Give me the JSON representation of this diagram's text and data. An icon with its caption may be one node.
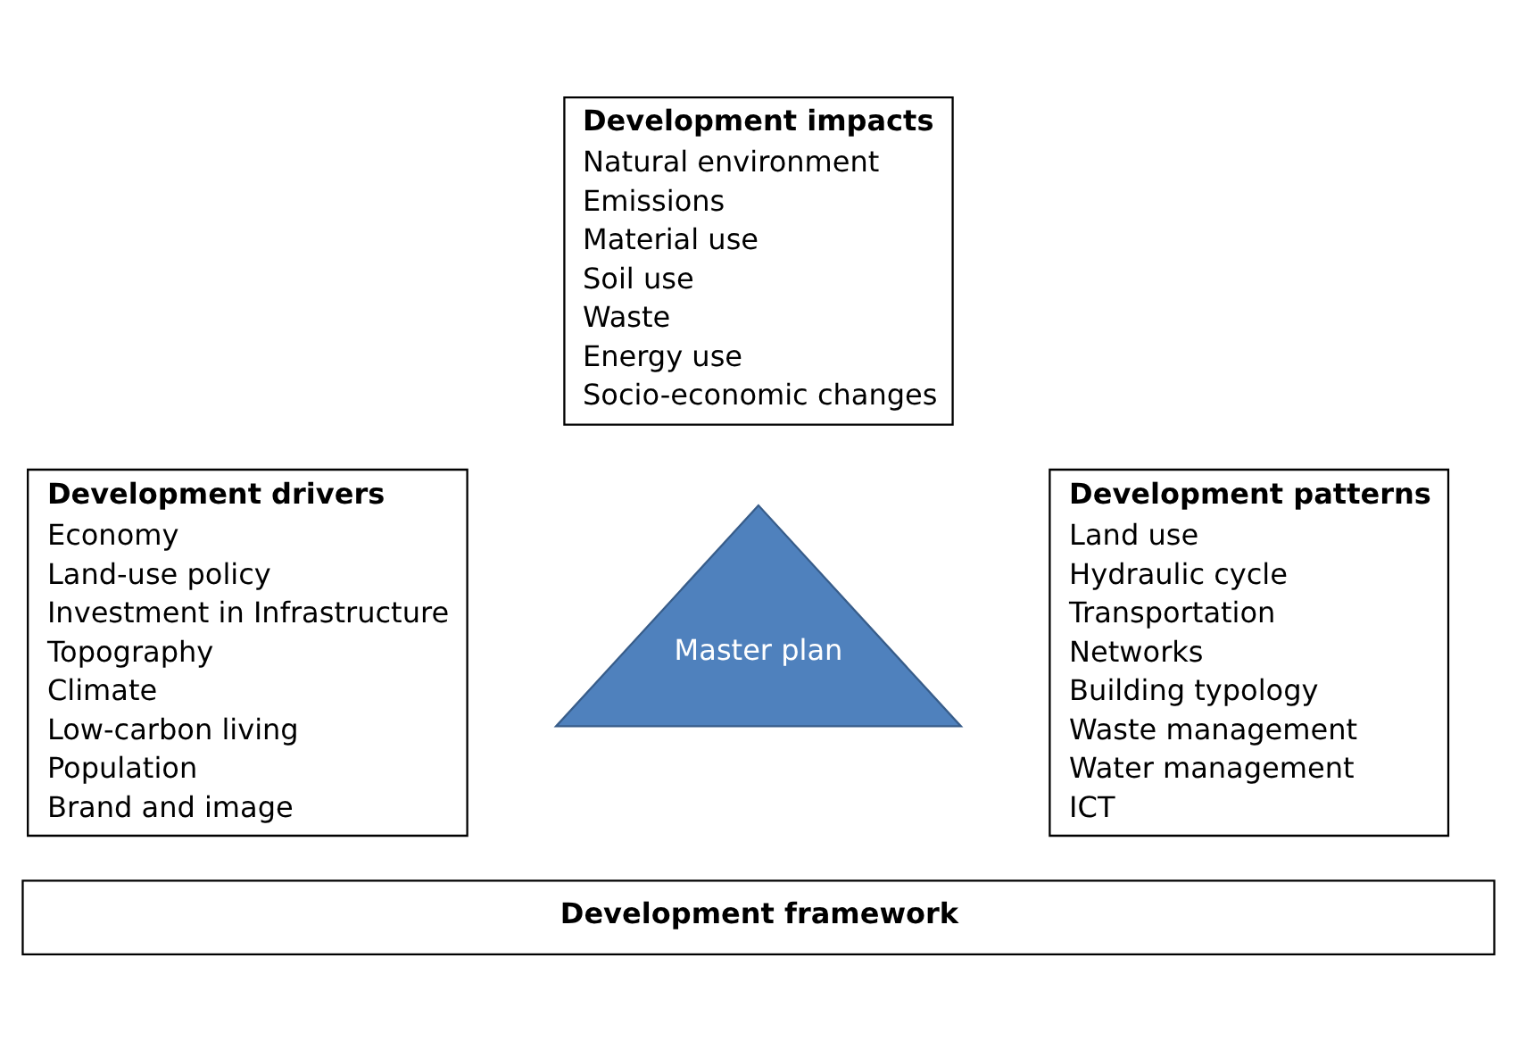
{
  "diagram": {
    "nodes": [
      {
        "text": [
          "Development impacts",
          "Natural environment",
          "Emissions",
          "Material use",
          "Soil use",
          "Waste",
          "Energy use",
          "Socio-economic changes"
        ]
      },
      {
        "text": [
          "Development drivers",
          "Economy",
          "Land-use policy",
          "Investment in Infrastructure",
          "Topography",
          "Climate",
          "Low-carbon living",
          "Population",
          "Brand and image"
        ]
      },
      {
        "text": [
          "Master plan"
        ]
      },
      {
        "text": [
          "Development patterns",
          "Land use",
          "Hydraulic cycle",
          "Transportation",
          "Networks",
          "Building typology",
          "Waste management",
          "Water management",
          "ICT"
        ]
      },
      {
        "text": [
          "Development framework"
        ]
      }
    ],
    "edges": []
  }
}
